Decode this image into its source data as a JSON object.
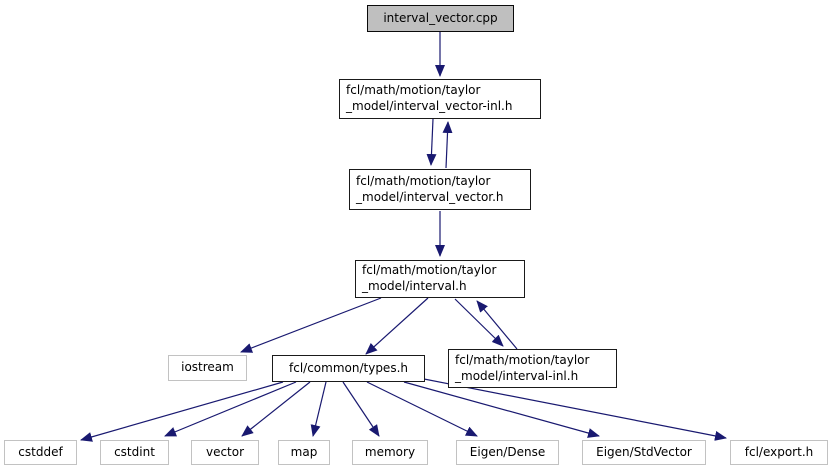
{
  "diagram": {
    "kind": "include-dependency-graph",
    "colors": {
      "edge": "#191970",
      "node_border": "#000000",
      "leaf_border": "#c2c2c2",
      "current_node_fill": "#bfbfbf",
      "node_fill": "#ffffff",
      "background": "#ffffff",
      "text": "#000000"
    },
    "nodes": {
      "cpp": {
        "label": "interval_vector.cpp"
      },
      "interval_vector_inl": {
        "line1": "fcl/math/motion/taylor",
        "line2": "_model/interval_vector-inl.h"
      },
      "interval_vector": {
        "line1": "fcl/math/motion/taylor",
        "line2": "_model/interval_vector.h"
      },
      "interval": {
        "line1": "fcl/math/motion/taylor",
        "line2": "_model/interval.h"
      },
      "iostream": {
        "label": "iostream"
      },
      "types": {
        "label": "fcl/common/types.h"
      },
      "interval_inl": {
        "line1": "fcl/math/motion/taylor",
        "line2": "_model/interval-inl.h"
      },
      "cstddef": {
        "label": "cstddef"
      },
      "cstdint": {
        "label": "cstdint"
      },
      "vector": {
        "label": "vector"
      },
      "map": {
        "label": "map"
      },
      "memory": {
        "label": "memory"
      },
      "eigen_dense": {
        "label": "Eigen/Dense"
      },
      "eigen_stdvector": {
        "label": "Eigen/StdVector"
      },
      "fcl_export": {
        "label": "fcl/export.h"
      }
    },
    "edges": [
      {
        "from": "interval_vector.cpp",
        "to": "fcl/math/motion/taylor_model/interval_vector-inl.h"
      },
      {
        "from": "fcl/math/motion/taylor_model/interval_vector-inl.h",
        "to": "fcl/math/motion/taylor_model/interval_vector.h"
      },
      {
        "from": "fcl/math/motion/taylor_model/interval_vector.h",
        "to": "fcl/math/motion/taylor_model/interval_vector-inl.h"
      },
      {
        "from": "fcl/math/motion/taylor_model/interval_vector.h",
        "to": "fcl/math/motion/taylor_model/interval.h"
      },
      {
        "from": "fcl/math/motion/taylor_model/interval.h",
        "to": "iostream"
      },
      {
        "from": "fcl/math/motion/taylor_model/interval.h",
        "to": "fcl/common/types.h"
      },
      {
        "from": "fcl/math/motion/taylor_model/interval.h",
        "to": "fcl/math/motion/taylor_model/interval-inl.h"
      },
      {
        "from": "fcl/math/motion/taylor_model/interval-inl.h",
        "to": "fcl/math/motion/taylor_model/interval.h"
      },
      {
        "from": "fcl/common/types.h",
        "to": "cstddef"
      },
      {
        "from": "fcl/common/types.h",
        "to": "cstdint"
      },
      {
        "from": "fcl/common/types.h",
        "to": "vector"
      },
      {
        "from": "fcl/common/types.h",
        "to": "map"
      },
      {
        "from": "fcl/common/types.h",
        "to": "memory"
      },
      {
        "from": "fcl/common/types.h",
        "to": "Eigen/Dense"
      },
      {
        "from": "fcl/common/types.h",
        "to": "Eigen/StdVector"
      },
      {
        "from": "fcl/common/types.h",
        "to": "fcl/export.h"
      }
    ]
  }
}
